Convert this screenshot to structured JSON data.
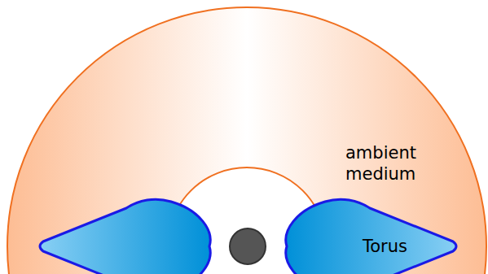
{
  "diagram": {
    "nodes": [
      {
        "text": [
          "ambient medium"
        ]
      },
      {
        "text": [
          "Torus"
        ],
        "in": 0
      }
    ]
  }
}
